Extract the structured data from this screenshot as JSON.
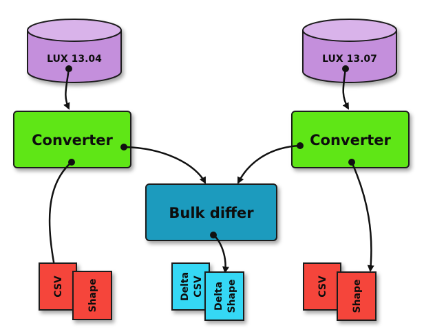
{
  "databases": [
    {
      "id": "left",
      "label": "LUX 13.04",
      "color": "#c48fdc"
    },
    {
      "id": "right",
      "label": "LUX 13.07",
      "color": "#c48fdc"
    }
  ],
  "converters": [
    {
      "id": "left",
      "label": "Converter",
      "color": "#5fe617"
    },
    {
      "id": "right",
      "label": "Converter",
      "color": "#5fe617"
    }
  ],
  "differ": {
    "label": "Bulk differ",
    "color": "#1e9bbe"
  },
  "outputs": {
    "left": [
      {
        "label": "CSV",
        "color": "#f5443a"
      },
      {
        "label": "Shape",
        "color": "#f5443a"
      }
    ],
    "center": [
      {
        "line1": "Delta",
        "line2": "CSV",
        "color": "#35d8f5"
      },
      {
        "line1": "Delta",
        "line2": "Shape",
        "color": "#35d8f5"
      }
    ],
    "right": [
      {
        "label": "CSV",
        "color": "#f5443a"
      },
      {
        "label": "Shape",
        "color": "#f5443a"
      }
    ]
  }
}
